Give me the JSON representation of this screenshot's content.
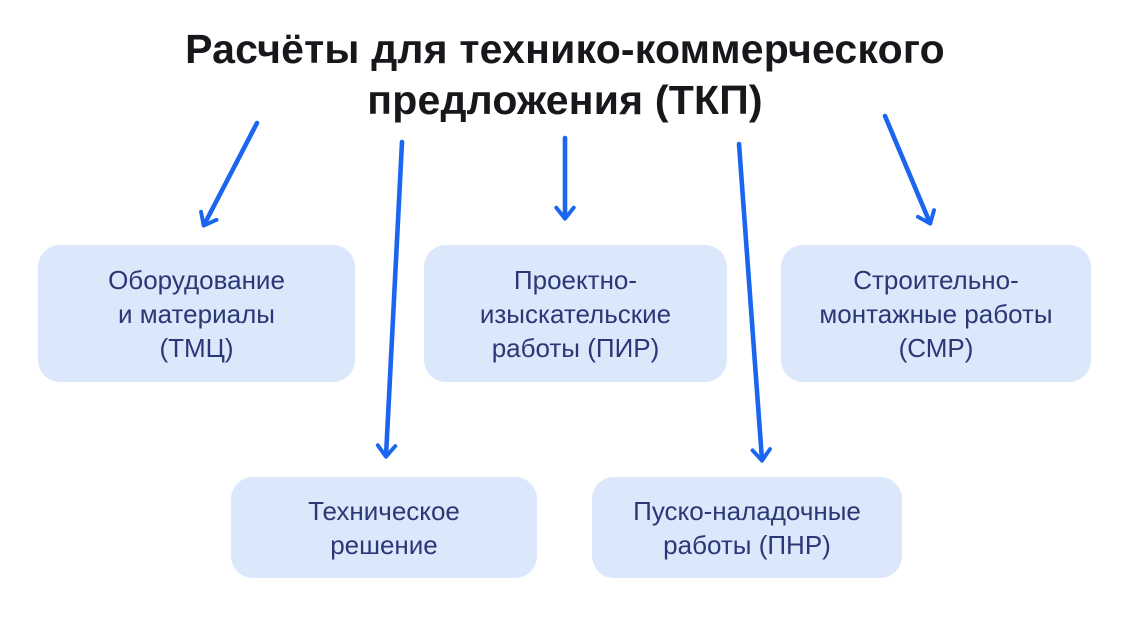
{
  "title": "Расчёты для технико-коммерческого\nпредложения (ТКП)",
  "boxes": [
    {
      "id": "tmc",
      "label": "Оборудование\nи материалы\n(ТМЦ)"
    },
    {
      "id": "pir",
      "label": "Проектно-\nизыскательские\nработы (ПИР)"
    },
    {
      "id": "smr",
      "label": "Строительно-\nмонтажные работы\n(СМР)"
    },
    {
      "id": "tech",
      "label": "Техническое\nрешение"
    },
    {
      "id": "pnr",
      "label": "Пуско-наладочные\nработы (ПНР)"
    }
  ],
  "colors": {
    "accent_blue": "#1A66F0",
    "box_background": "#DBE7FB",
    "box_text": "#2B3876",
    "title_text": "#17181C",
    "page_background": "#FFFFFF"
  }
}
